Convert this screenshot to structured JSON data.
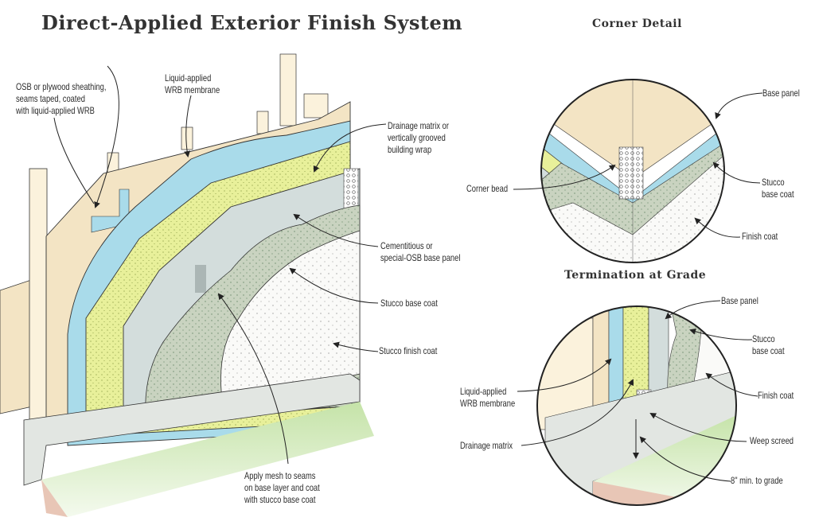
{
  "titles": {
    "main": "Direct-Applied Exterior Finish System",
    "corner": "Corner Detail",
    "termination": "Termination at Grade"
  },
  "main_labels": {
    "osb": "OSB or plywood sheathing,\nseams taped, coated\nwith liquid-applied WRB",
    "wrb": "Liquid-applied\nWRB membrane",
    "drainage": "Drainage matrix or\nvertically grooved\nbuilding wrap",
    "base_panel": "Cementitious or\nspecial-OSB base panel",
    "base_coat": "Stucco base coat",
    "finish_coat": "Stucco finish coat",
    "mesh": "Apply mesh to seams\non base layer and coat\nwith stucco base coat"
  },
  "corner_labels": {
    "base_panel": "Base panel",
    "corner_bead": "Corner bead",
    "base_coat": "Stucco\nbase coat",
    "finish_coat": "Finish coat"
  },
  "termination_labels": {
    "base_panel": "Base panel",
    "base_coat": "Stucco\nbase coat",
    "wrb": "Liquid-applied\nWRB membrane",
    "finish_coat": "Finish coat",
    "weep_screed": "Weep screed",
    "drainage": "Drainage matrix",
    "clearance": "8\" min. to grade"
  },
  "colors": {
    "sheathing": "#f3e4c4",
    "wrb": "#a9dbea",
    "drainage": "#e8f09a",
    "base_panel": "#d3dddc",
    "base_coat": "#c9d3c0",
    "finish_coat": "#fafaf8",
    "foundation": "#e2e6e2",
    "grade": "#cfe8b4",
    "soil": "#e8c6b6"
  }
}
